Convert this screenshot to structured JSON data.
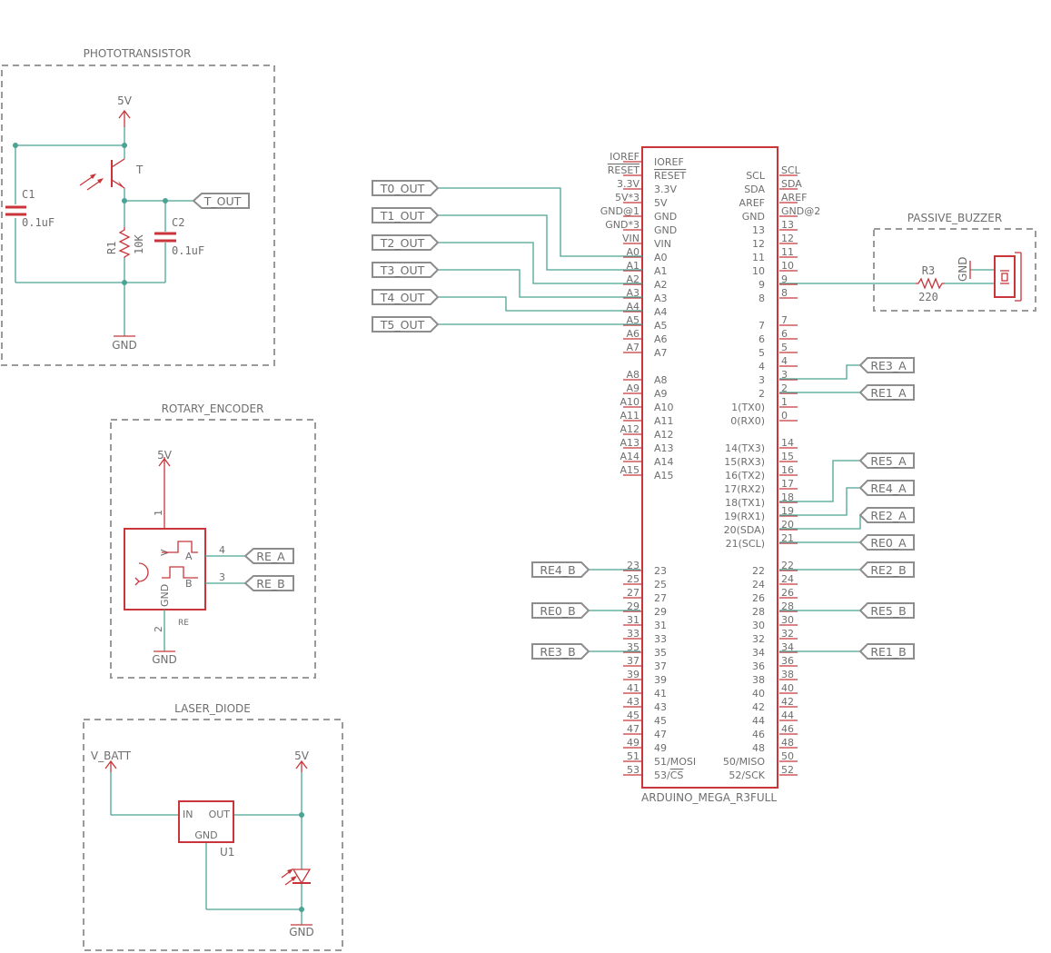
{
  "frames": {
    "phototransistor": "PHOTOTRANSISTOR",
    "rotary_encoder": "ROTARY_ENCODER",
    "laser_diode": "LASER_DIODE",
    "passive_buzzer": "PASSIVE_BUZZER"
  },
  "phototransistor": {
    "supply": "5V",
    "transistor": "T",
    "c1_name": "C1",
    "c1_value": "0.1uF",
    "c2_name": "C2",
    "c2_value": "0.1uF",
    "r1_name": "R1",
    "r1_value": "10K",
    "ground": "GND",
    "output_net": "T_OUT"
  },
  "rotary_encoder": {
    "supply": "5V",
    "ground": "GND",
    "part": "RE",
    "pin_v": "V",
    "pin_gnd": "GND",
    "pin_a": "A",
    "pin_b": "B",
    "pin1": "1",
    "pin2": "2",
    "pin3": "3",
    "pin4": "4",
    "net_a": "RE_A",
    "net_b": "RE_B"
  },
  "laser_diode": {
    "vbatt": "V_BATT",
    "supply": "5V",
    "regulator": "U1",
    "pin_in": "IN",
    "pin_out": "OUT",
    "pin_gnd": "GND",
    "ground": "GND"
  },
  "passive_buzzer": {
    "resistor_name": "R3",
    "resistor_value": "220",
    "ground": "GND"
  },
  "arduino": {
    "name": "ARDUINO_MEGA_R3FULL",
    "left_pins": [
      {
        "outer": "IOREF",
        "inner": "IOREF"
      },
      {
        "outer": "RESET",
        "inner": "RESET",
        "overline": true
      },
      {
        "outer": "3.3V",
        "inner": "3.3V"
      },
      {
        "outer": "5V*3",
        "inner": "5V"
      },
      {
        "outer": "GND@1",
        "inner": "GND"
      },
      {
        "outer": "GND*3",
        "inner": "GND"
      },
      {
        "outer": "VIN",
        "inner": "VIN"
      },
      {
        "outer": "A0",
        "inner": "A0"
      },
      {
        "outer": "A1",
        "inner": "A1"
      },
      {
        "outer": "A2",
        "inner": "A2"
      },
      {
        "outer": "A3",
        "inner": "A3"
      },
      {
        "outer": "A4",
        "inner": "A4"
      },
      {
        "outer": "A5",
        "inner": "A5"
      },
      {
        "outer": "A6",
        "inner": "A6"
      },
      {
        "outer": "A7",
        "inner": "A7"
      },
      {
        "outer": "",
        "inner": ""
      },
      {
        "outer": "A8",
        "inner": "A8"
      },
      {
        "outer": "A9",
        "inner": "A9"
      },
      {
        "outer": "A10",
        "inner": "A10"
      },
      {
        "outer": "A11",
        "inner": "A11"
      },
      {
        "outer": "A12",
        "inner": "A12"
      },
      {
        "outer": "A13",
        "inner": "A13"
      },
      {
        "outer": "A14",
        "inner": "A14"
      },
      {
        "outer": "A15",
        "inner": "A15"
      },
      {
        "outer": "",
        "inner": ""
      },
      {
        "outer": "",
        "inner": ""
      },
      {
        "outer": "",
        "inner": ""
      },
      {
        "outer": "",
        "inner": ""
      },
      {
        "outer": "",
        "inner": ""
      },
      {
        "outer": "",
        "inner": ""
      },
      {
        "outer": "23",
        "inner": "23"
      },
      {
        "outer": "25",
        "inner": "25"
      },
      {
        "outer": "27",
        "inner": "27"
      },
      {
        "outer": "29",
        "inner": "29"
      },
      {
        "outer": "31",
        "inner": "31"
      },
      {
        "outer": "33",
        "inner": "33"
      },
      {
        "outer": "35",
        "inner": "35"
      },
      {
        "outer": "37",
        "inner": "37"
      },
      {
        "outer": "39",
        "inner": "39"
      },
      {
        "outer": "41",
        "inner": "41"
      },
      {
        "outer": "43",
        "inner": "43"
      },
      {
        "outer": "45",
        "inner": "45"
      },
      {
        "outer": "47",
        "inner": "47"
      },
      {
        "outer": "49",
        "inner": "49"
      },
      {
        "outer": "51",
        "inner": "51/MOSI"
      },
      {
        "outer": "53",
        "inner": "53/CS",
        "overline_part": "CS"
      }
    ],
    "right_pins": [
      {
        "outer": "",
        "inner": ""
      },
      {
        "outer": "SCL",
        "inner": "SCL"
      },
      {
        "outer": "SDA",
        "inner": "SDA"
      },
      {
        "outer": "AREF",
        "inner": "AREF"
      },
      {
        "outer": "GND@2",
        "inner": "GND"
      },
      {
        "outer": "13",
        "inner": "13"
      },
      {
        "outer": "12",
        "inner": "12"
      },
      {
        "outer": "11",
        "inner": "11"
      },
      {
        "outer": "10",
        "inner": "10"
      },
      {
        "outer": "9",
        "inner": "9"
      },
      {
        "outer": "8",
        "inner": "8"
      },
      {
        "outer": "",
        "inner": ""
      },
      {
        "outer": "7",
        "inner": "7"
      },
      {
        "outer": "6",
        "inner": "6"
      },
      {
        "outer": "5",
        "inner": "5"
      },
      {
        "outer": "4",
        "inner": "4"
      },
      {
        "outer": "3",
        "inner": "3"
      },
      {
        "outer": "2",
        "inner": "2"
      },
      {
        "outer": "1",
        "inner": "1(TX0)"
      },
      {
        "outer": "0",
        "inner": "0(RX0)"
      },
      {
        "outer": "",
        "inner": ""
      },
      {
        "outer": "14",
        "inner": "14(TX3)"
      },
      {
        "outer": "15",
        "inner": "15(RX3)"
      },
      {
        "outer": "16",
        "inner": "16(TX2)"
      },
      {
        "outer": "17",
        "inner": "17(RX2)"
      },
      {
        "outer": "18",
        "inner": "18(TX1)"
      },
      {
        "outer": "19",
        "inner": "19(RX1)"
      },
      {
        "outer": "20",
        "inner": "20(SDA)"
      },
      {
        "outer": "21",
        "inner": "21(SCL)"
      },
      {
        "outer": "",
        "inner": ""
      },
      {
        "outer": "22",
        "inner": "22"
      },
      {
        "outer": "24",
        "inner": "24"
      },
      {
        "outer": "26",
        "inner": "26"
      },
      {
        "outer": "28",
        "inner": "28"
      },
      {
        "outer": "30",
        "inner": "30"
      },
      {
        "outer": "32",
        "inner": "32"
      },
      {
        "outer": "34",
        "inner": "34"
      },
      {
        "outer": "36",
        "inner": "36"
      },
      {
        "outer": "38",
        "inner": "38"
      },
      {
        "outer": "40",
        "inner": "40"
      },
      {
        "outer": "42",
        "inner": "42"
      },
      {
        "outer": "44",
        "inner": "44"
      },
      {
        "outer": "46",
        "inner": "46"
      },
      {
        "outer": "48",
        "inner": "48"
      },
      {
        "outer": "50",
        "inner": "50/MISO"
      },
      {
        "outer": "52",
        "inner": "52/SCK"
      }
    ]
  },
  "net_labels": {
    "t0": "T0_OUT",
    "t1": "T1_OUT",
    "t2": "T2_OUT",
    "t3": "T3_OUT",
    "t4": "T4_OUT",
    "t5": "T5_OUT",
    "re3a": "RE3_A",
    "re1a": "RE1_A",
    "re5a": "RE5_A",
    "re4a": "RE4_A",
    "re2a": "RE2_A",
    "re0a": "RE0_A",
    "re2b": "RE2_B",
    "re5b": "RE5_B",
    "re1b": "RE1_B",
    "re4b": "RE4_B",
    "re0b": "RE0_B",
    "re3b": "RE3_B"
  },
  "colors": {
    "wire": "#4aa395",
    "part": "#c8363b",
    "frame": "#9a9a9a",
    "text": "#6e6e6e"
  }
}
